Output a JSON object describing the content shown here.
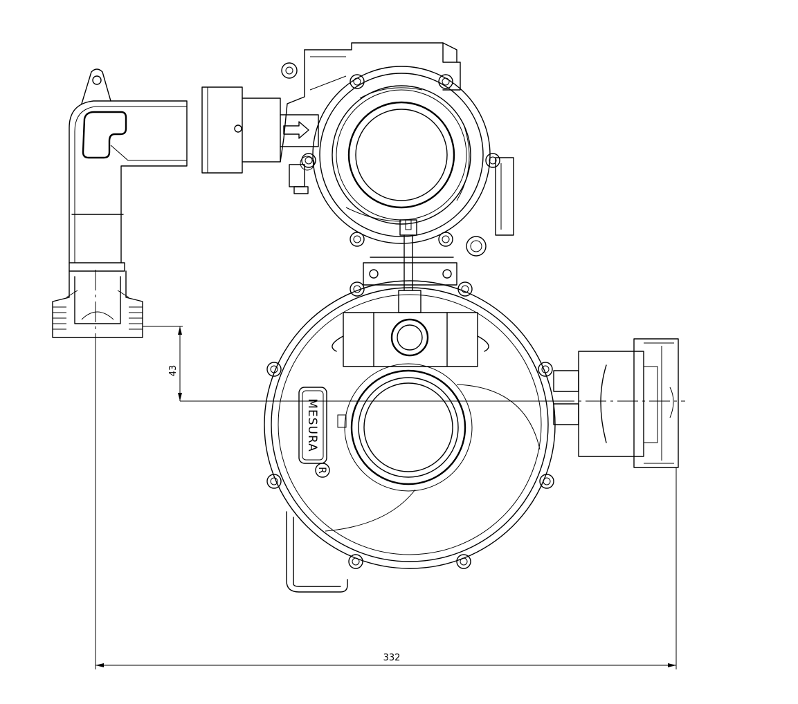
{
  "drawing": {
    "brand_label": "MESURA",
    "registered_mark": "R",
    "dimension_vertical": "43",
    "dimension_horizontal": "332"
  }
}
